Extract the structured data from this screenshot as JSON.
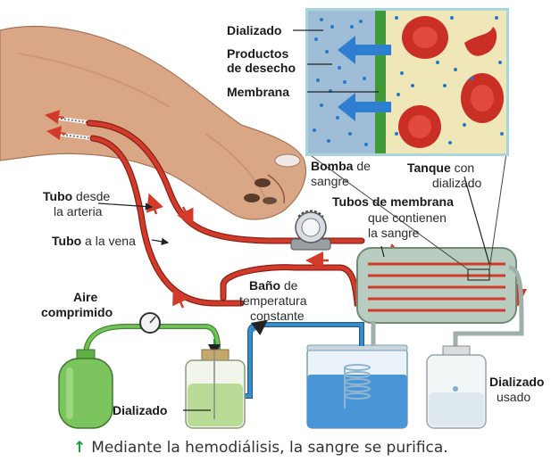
{
  "inset_labels": {
    "dializado": "Dializado",
    "productos": "Productos",
    "de_desecho": "de desecho",
    "membrana": "Membrana"
  },
  "labels": {
    "bomba_bold": "Bomba",
    "bomba_rest": " de",
    "bomba_line2": "sangre",
    "tanque_bold": "Tanque",
    "tanque_rest": " con",
    "tanque_line2": "dializado",
    "tubos_membrana": "Tubos de membrana",
    "tubos_line2": "que contienen",
    "tubos_line3": "la sangre",
    "tubo_desde_bold": "Tubo",
    "tubo_desde_rest": " desde",
    "tubo_desde_line2": "la arteria",
    "tubo_vena_bold": "Tubo",
    "tubo_vena_rest": " a la vena",
    "bano_bold": "Baño",
    "bano_rest": " de",
    "bano_line2": "temperatura",
    "bano_line3": "constante",
    "aire_line1": "Aire",
    "aire_line2": "comprimido",
    "dializado_bottle": "Dializado",
    "dializado_usado_line1": "Dializado",
    "dializado_usado_line2": "usado"
  },
  "caption": {
    "icon": "arrow-up-icon",
    "text": "Mediante la hemodiálisis, la sangre se purifica."
  },
  "colors": {
    "blood_tube": "#d23a2a",
    "fresh_dialysate_tube": "#3a8fcf",
    "air_tube": "#5fae48",
    "tank_fill": "#b8cdbf",
    "inset_frame": "#a6d6dc"
  }
}
